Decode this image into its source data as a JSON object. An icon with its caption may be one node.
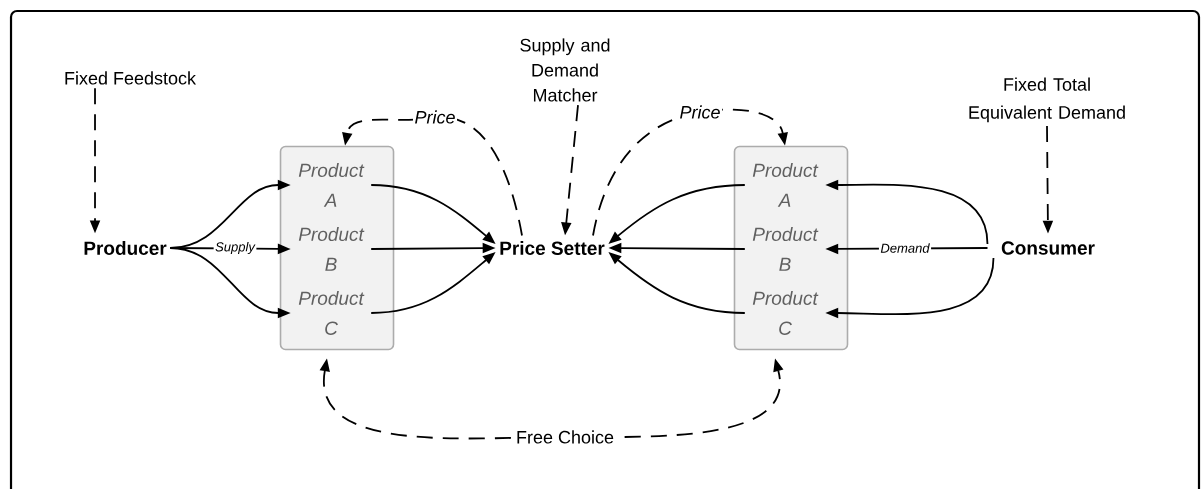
{
  "diagram": {
    "nodes": [
      {
        "text": [
          "Fixed Feedstock"
        ]
      },
      {
        "text": [
          "Producer"
        ]
      },
      {
        "text": [],
        "shape": "box"
      },
      {
        "text": [
          "Product A"
        ],
        "in": 2
      },
      {
        "text": [
          "Product B"
        ],
        "in": 2
      },
      {
        "text": [
          "Product C"
        ],
        "in": 2
      },
      {
        "text": [
          "Supply and Demand Matcher"
        ]
      },
      {
        "text": [
          "Price Setter"
        ]
      },
      {
        "text": [],
        "shape": "box"
      },
      {
        "text": [
          "Product A"
        ],
        "in": 8
      },
      {
        "text": [
          "Product B"
        ],
        "in": 8
      },
      {
        "text": [
          "Product C"
        ],
        "in": 8
      },
      {
        "text": [
          "Fixed Total Equivalent Demand"
        ]
      },
      {
        "text": [
          "Consumer"
        ]
      }
    ],
    "edges": [
      {
        "from": 0,
        "to": 1,
        "arrow": "to",
        "style": "dashed"
      },
      {
        "from": 1,
        "to": 3,
        "arrow": "to"
      },
      {
        "from": 1,
        "to": 4,
        "arrow": "to",
        "label": "Supply"
      },
      {
        "from": 1,
        "to": 5,
        "arrow": "to"
      },
      {
        "from": 3,
        "to": 7,
        "arrow": "to"
      },
      {
        "from": 4,
        "to": 7,
        "arrow": "to"
      },
      {
        "from": 5,
        "to": 7,
        "arrow": "to"
      },
      {
        "from": 6,
        "to": 7,
        "arrow": "to",
        "style": "dashed"
      },
      {
        "from": 7,
        "to": 2,
        "arrow": "to",
        "style": "dashed",
        "label": "Price"
      },
      {
        "from": 7,
        "to": 8,
        "arrow": "to",
        "style": "dashed",
        "label": "Price"
      },
      {
        "from": 9,
        "to": 7,
        "arrow": "to"
      },
      {
        "from": 10,
        "to": 7,
        "arrow": "to"
      },
      {
        "from": 11,
        "to": 7,
        "arrow": "to"
      },
      {
        "from": 13,
        "to": 9,
        "arrow": "to"
      },
      {
        "from": 13,
        "to": 10,
        "arrow": "to",
        "label": "Demand"
      },
      {
        "from": 13,
        "to": 11,
        "arrow": "to"
      },
      {
        "from": 12,
        "to": 13,
        "arrow": "to",
        "style": "dashed"
      },
      {
        "from": 2,
        "to": 8,
        "arrow": "both",
        "style": "dashed",
        "label": "Free Choice"
      }
    ]
  }
}
